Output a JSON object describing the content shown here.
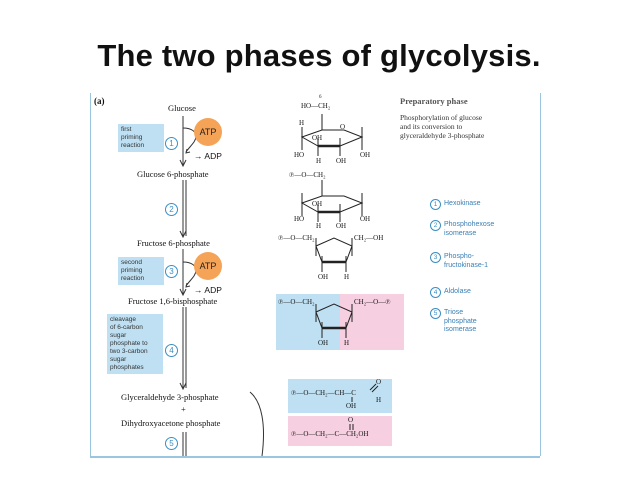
{
  "title": "The two phases of glycolysis.",
  "figure": {
    "panel_label": "(a)",
    "phase_title": "Preparatory phase",
    "phase_description": [
      "Phosphorylation of glucose",
      "and its conversion to",
      "glyceraldehyde 3-phosphate"
    ],
    "metabolites": {
      "glucose": "Glucose",
      "g6p": "Glucose 6-phosphate",
      "f6p": "Fructose 6-phosphate",
      "f16bp": "Fructose 1,6-bisphosphate",
      "gap": "Glyceraldehyde 3-phosphate",
      "plus": "+",
      "dhap": "Dihydroxyacetone phosphate"
    },
    "cofactors": {
      "atp1": "ATP",
      "adp1": "ADP",
      "atp2": "ATP",
      "adp2": "ADP"
    },
    "step_labels": {
      "first_priming": [
        "first",
        "priming",
        "reaction"
      ],
      "second_priming": [
        "second",
        "priming",
        "reaction"
      ],
      "cleavage": [
        "cleavage",
        "of 6-carbon",
        "sugar",
        "phosphate to",
        "two 3-carbon",
        "sugar",
        "phosphates"
      ]
    },
    "step_numbers": [
      "1",
      "2",
      "3",
      "4",
      "5"
    ],
    "enzymes": [
      {
        "num": "1",
        "lines": [
          "Hexokinase"
        ]
      },
      {
        "num": "2",
        "lines": [
          "Phosphohexose",
          "isomerase"
        ]
      },
      {
        "num": "3",
        "lines": [
          "Phospho-",
          "fructokinase-1"
        ]
      },
      {
        "num": "4",
        "lines": [
          "Aldolase"
        ]
      },
      {
        "num": "5",
        "lines": [
          "Triose",
          "phosphate",
          "isomerase"
        ]
      }
    ],
    "structures": {
      "glucose": {
        "top": "HO—CH₂",
        "c6": "6",
        "h": "H",
        "oh": "OH",
        "ho": "HO",
        "o": "O"
      },
      "g6p": {
        "top": "℗—O—CH₂"
      },
      "f6p": {
        "left": "℗—O—CH₂",
        "right": "CH₂—OH"
      },
      "f16bp": {
        "left": "℗—O—CH₂",
        "right": "CH₂—O—℗"
      },
      "gap": {
        "chain": "℗—O—CH₂—CH—C",
        "sub": "OH",
        "top": "O",
        "h": "H"
      },
      "dhap": {
        "chain": "℗—O—CH₂—C—CH₂OH",
        "top": "O"
      }
    }
  }
}
